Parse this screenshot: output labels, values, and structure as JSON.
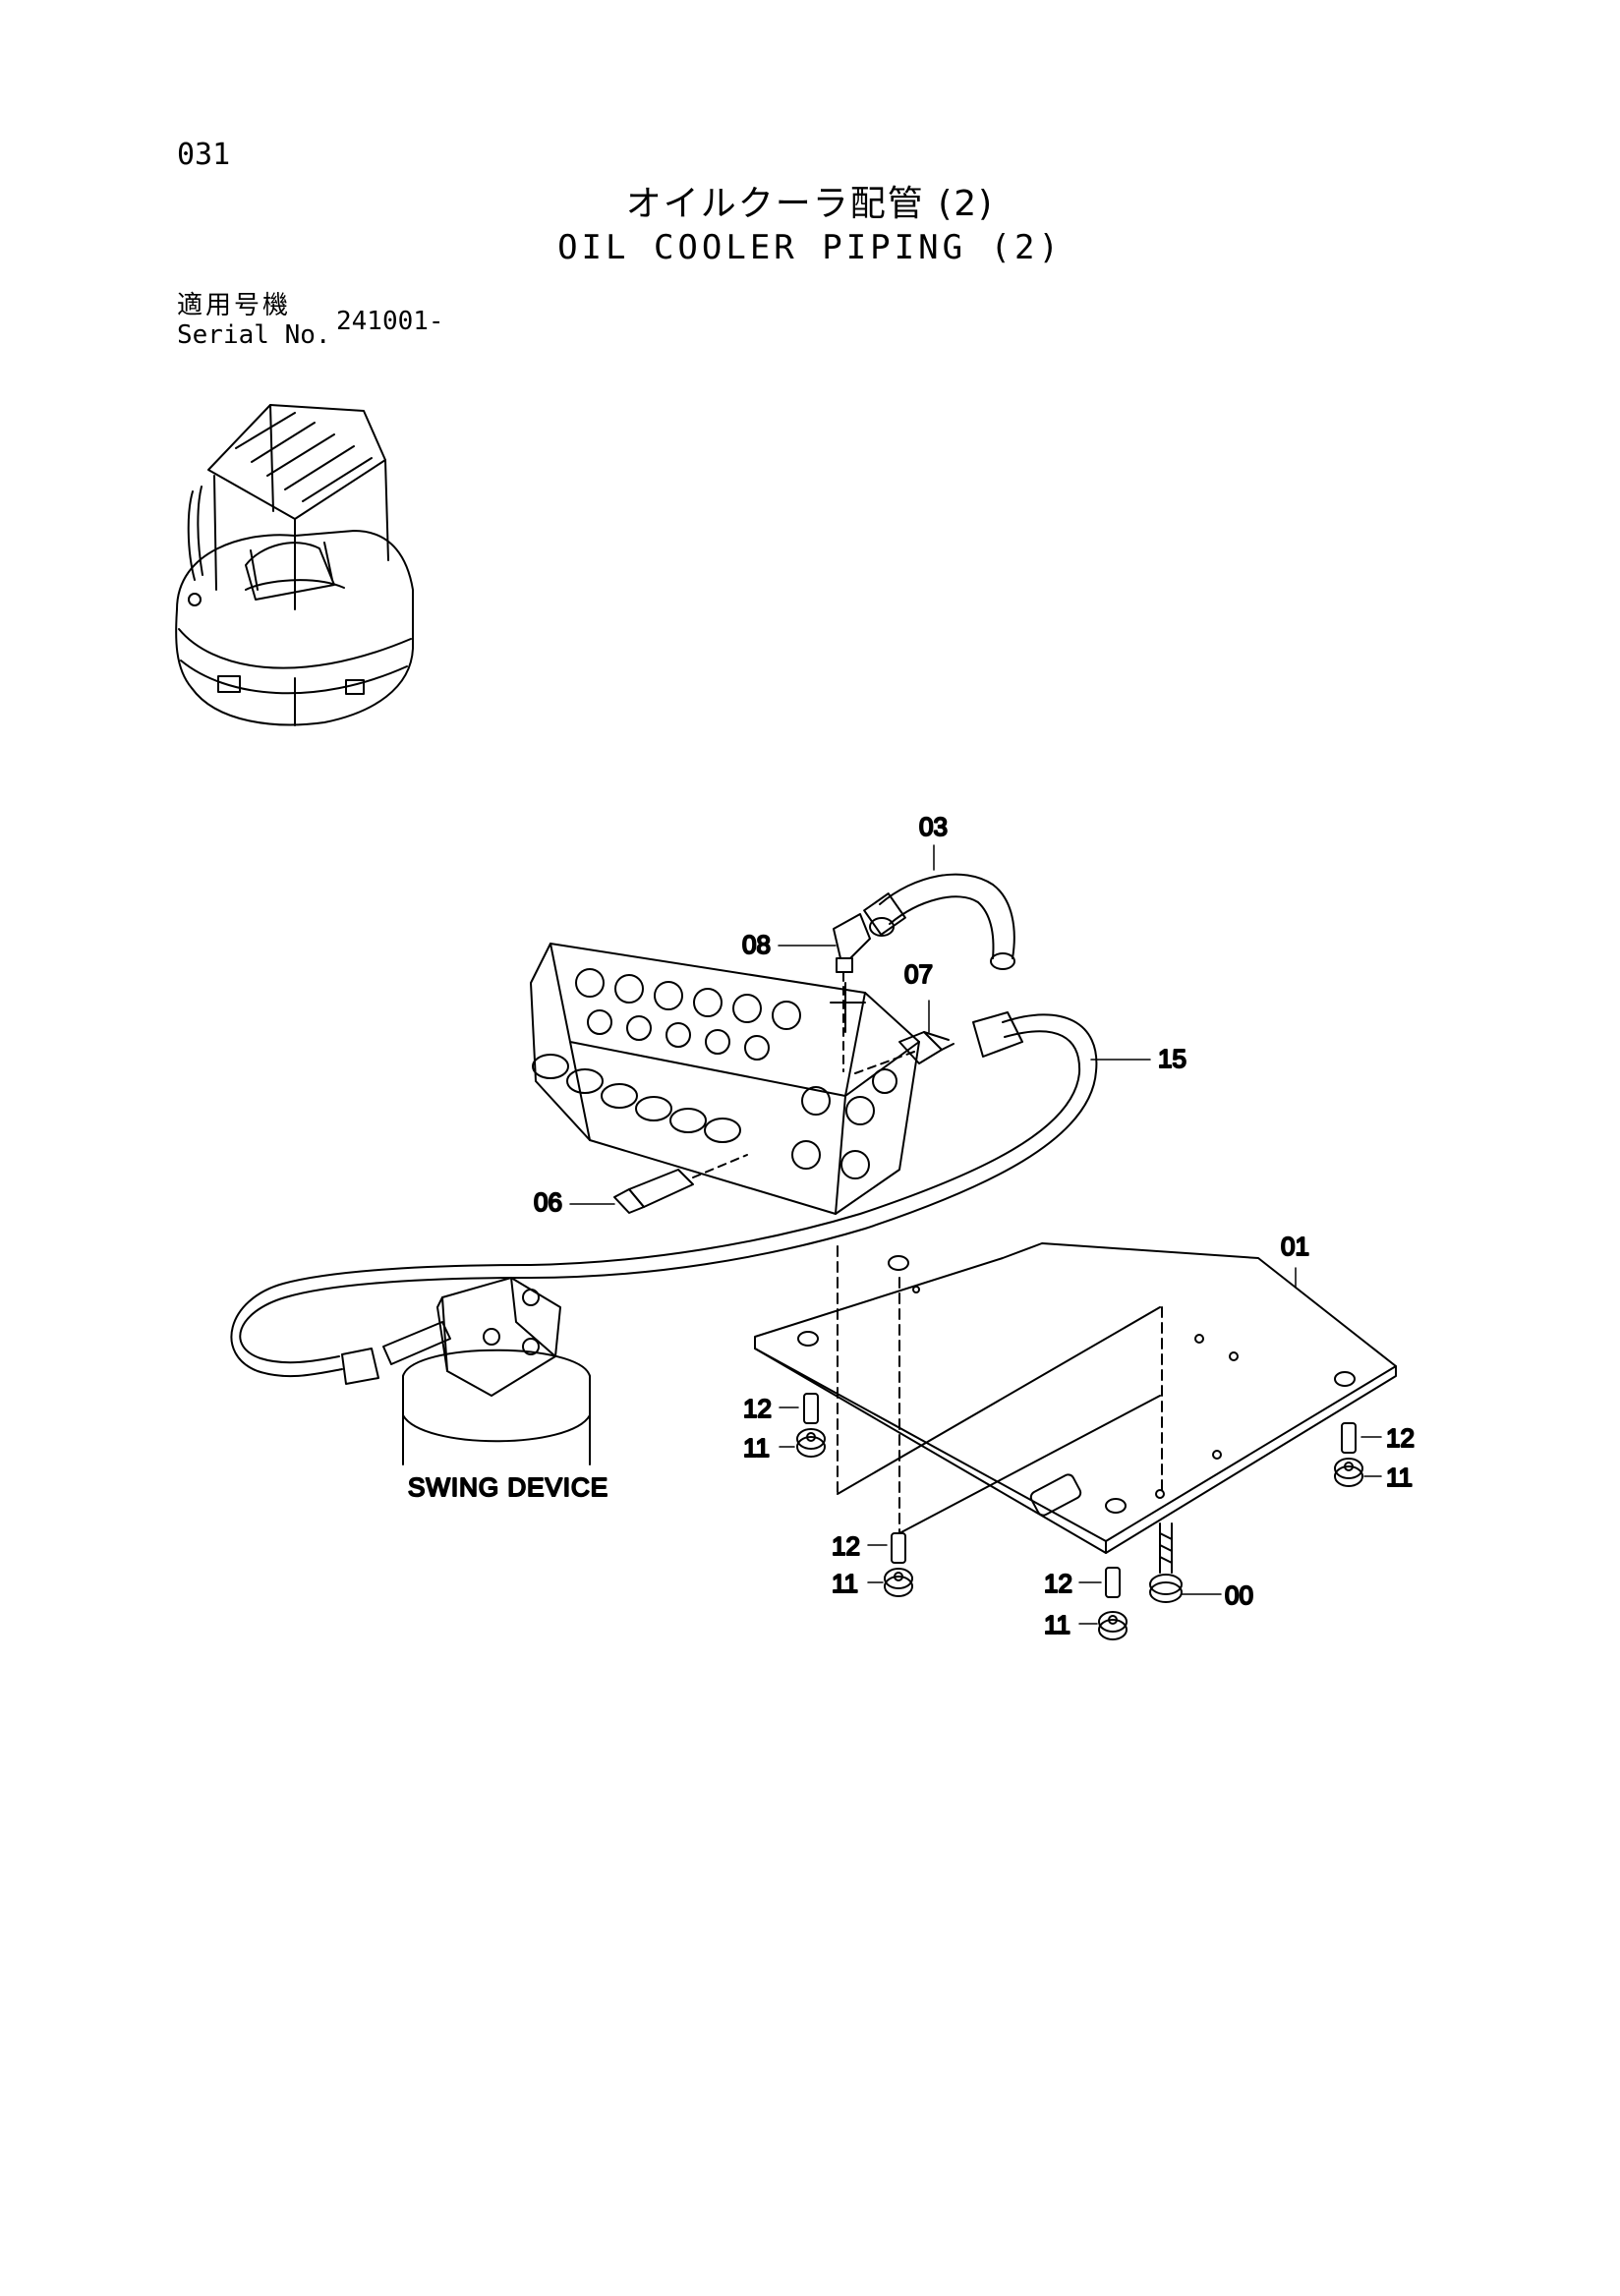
{
  "page": {
    "number": "031",
    "title_jp": "オイルクーラ配管 (2)",
    "title_en": "OIL COOLER PIPING (2)"
  },
  "serial": {
    "label_jp": "適用号機",
    "label_en": "Serial No.",
    "value": "241001-"
  },
  "caption": {
    "swing_device": "SWING DEVICE"
  },
  "callouts": {
    "c00": "00",
    "c01": "01",
    "c03": "03",
    "c06": "06",
    "c07": "07",
    "c08": "08",
    "c11": "11",
    "c12": "12",
    "c15": "15"
  }
}
